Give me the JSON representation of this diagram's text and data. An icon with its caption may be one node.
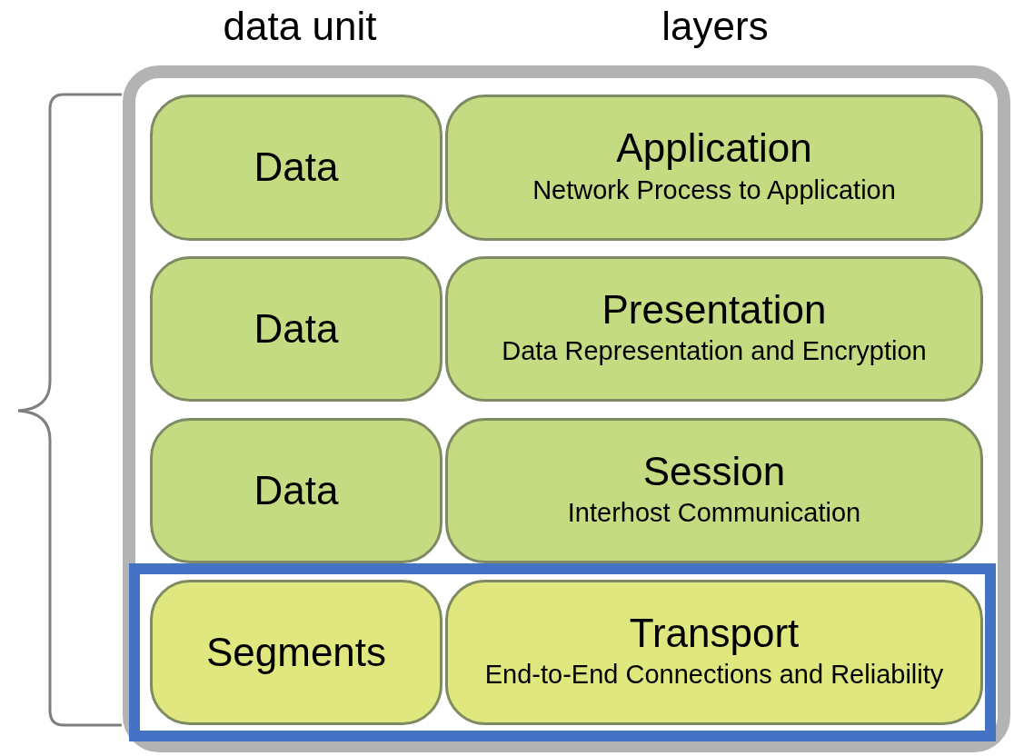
{
  "diagram": {
    "nodes": [
      {
        "text": [],
        "shape": "box"
      },
      {
        "text": [
          "Data"
        ],
        "in": 0
      },
      {
        "text": [
          "Application",
          "Network Process to Application"
        ],
        "in": 0
      },
      {
        "text": [
          "Data"
        ],
        "in": 0
      },
      {
        "text": [
          "Presentation",
          "Data Representation and Encryption"
        ],
        "in": 0
      },
      {
        "text": [
          "Data"
        ],
        "in": 0
      },
      {
        "text": [
          "Session",
          "Interhost Communication"
        ],
        "in": 0
      },
      {
        "text": [],
        "shape": "box",
        "in": 0
      },
      {
        "text": [
          "Segments"
        ],
        "in": 7
      },
      {
        "text": [
          "Transport",
          "End-to-End Connections and Reliability"
        ],
        "in": 7
      }
    ],
    "edges": [],
    "labels": [
      "data unit",
      "layers"
    ]
  }
}
